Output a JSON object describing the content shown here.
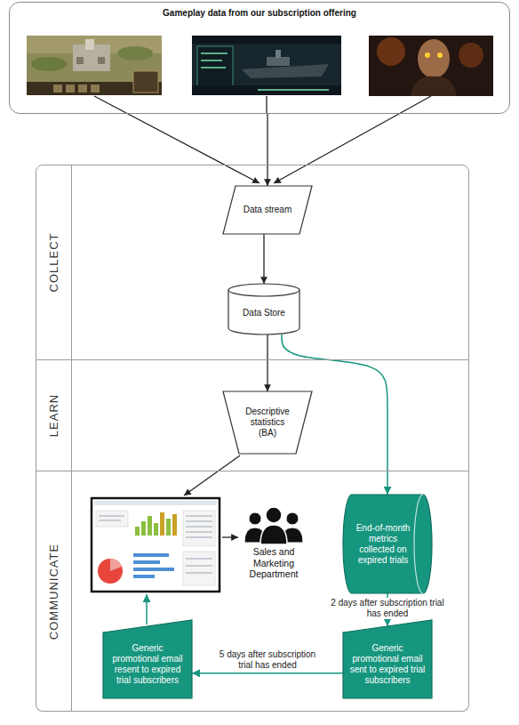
{
  "diagram": {
    "nodes": [
      {
        "text": [
          "Gameplay data from our subscription offering"
        ]
      },
      {
        "text": [
          "COLLECT"
        ]
      },
      {
        "text": [
          "Data stream"
        ],
        "in": 1
      },
      {
        "text": [
          "Data Store"
        ],
        "in": 1
      },
      {
        "text": [
          "LEARN"
        ]
      },
      {
        "text": [
          "Descriptive statistics (BA)"
        ],
        "in": 4
      },
      {
        "text": [
          "COMMUNICATE"
        ]
      },
      {
        "text": [
          "Sales and Marketing Department"
        ],
        "in": 6
      },
      {
        "text": [
          "End-of-month metrics collected on expired trials"
        ],
        "in": 6
      },
      {
        "text": [
          "Generic promotional email sent to expired trial subscribers"
        ],
        "in": 6
      },
      {
        "text": [
          "Generic promotional email resent to expired trial subscribers"
        ],
        "in": 6
      }
    ],
    "edges": [
      {
        "from": 0,
        "to": 2,
        "arrow": "to"
      },
      {
        "from": 2,
        "to": 3,
        "arrow": "to"
      },
      {
        "from": 3,
        "to": 5,
        "arrow": "to"
      },
      {
        "from": 3,
        "to": 8,
        "arrow": "to"
      },
      {
        "from": 8,
        "to": 9,
        "arrow": "to",
        "label": "2 days after subscription trial has ended"
      },
      {
        "from": 9,
        "to": 10,
        "arrow": "to",
        "label": "5 days after subscription trial has ended"
      }
    ]
  }
}
